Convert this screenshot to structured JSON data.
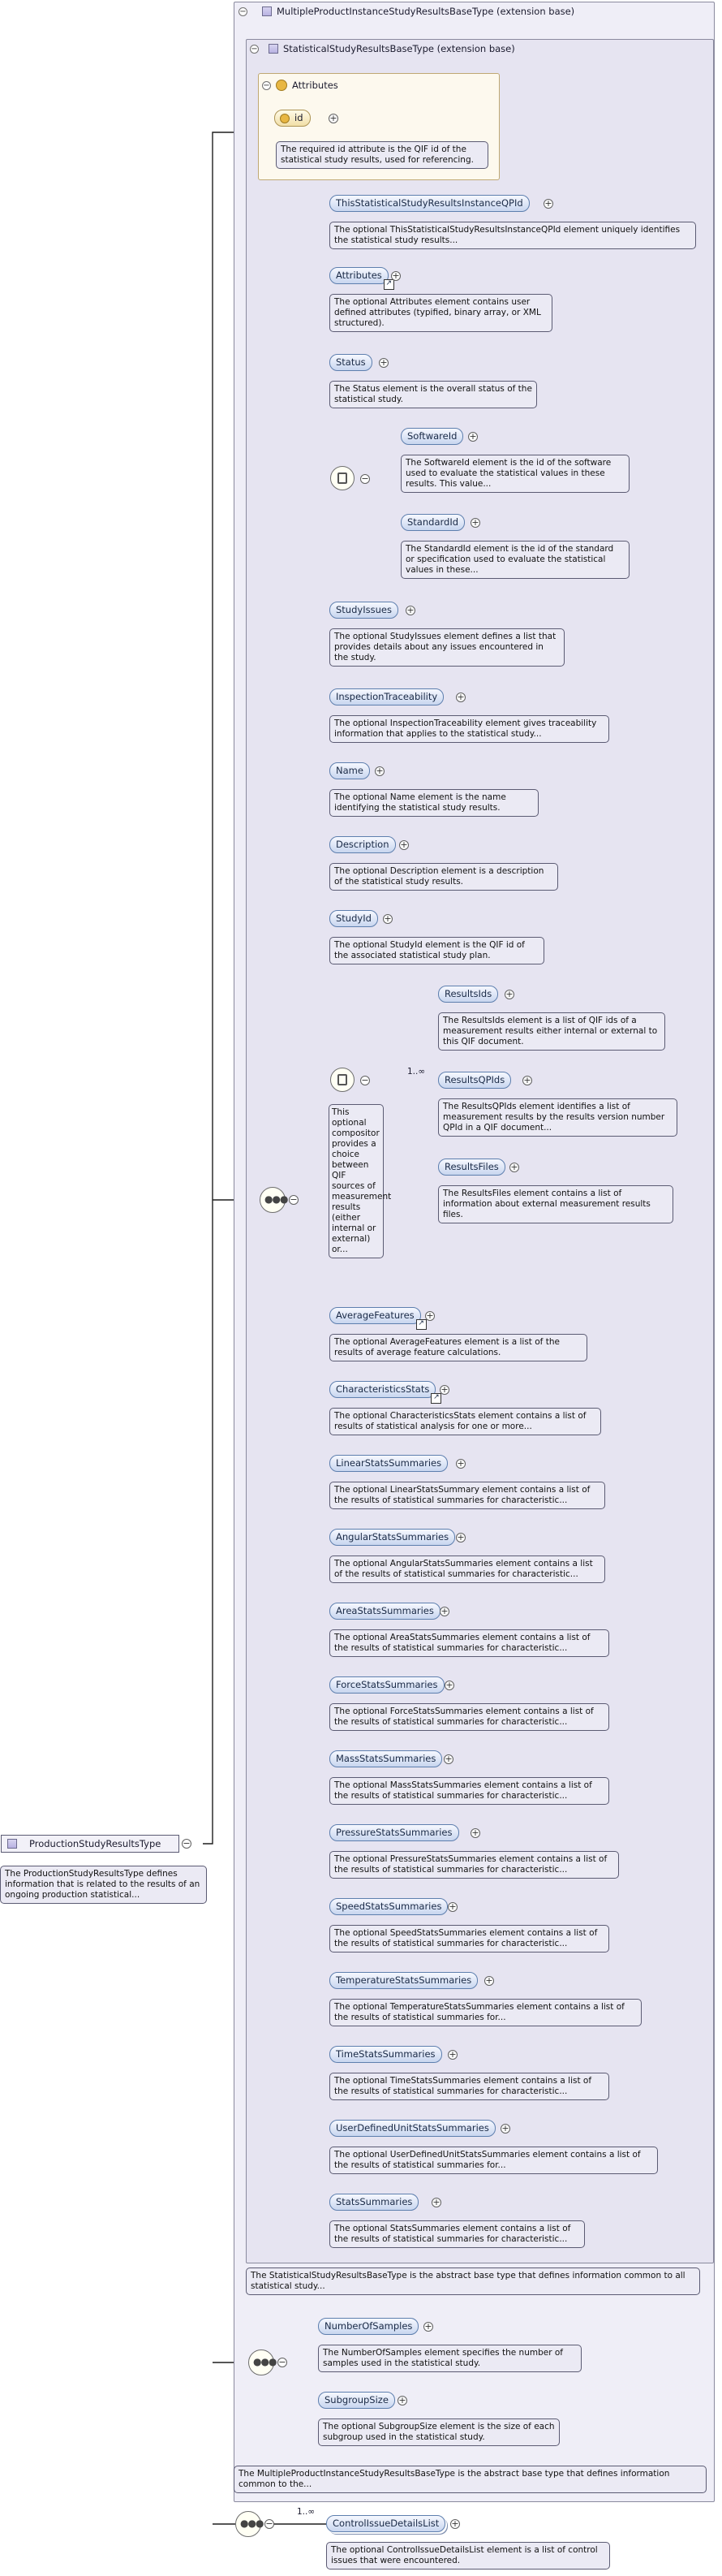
{
  "outer": {
    "title": "MultipleProductInstanceStudyResultsBaseType (extension base)",
    "description": "The MultipleProductInstanceStudyResultsBaseType is the abstract base type that defines information common to the..."
  },
  "inner": {
    "title": "StatisticalStudyResultsBaseType (extension base)",
    "description": "The StatisticalStudyResultsBaseType is the abstract base type that defines information common to all statistical study..."
  },
  "attributes": {
    "title": "Attributes",
    "id_label": "id",
    "id_doc": "The required id attribute is the QIF id of the statistical study results, used for referencing."
  },
  "root": {
    "label": "ProductionStudyResultsType",
    "doc": "The ProductionStudyResultsType defines information that is related to the results of an ongoing production statistical..."
  },
  "elements": [
    {
      "label": "ThisStatisticalStudyResultsInstanceQPId",
      "doc": "The optional ThisStatisticalStudyResultsInstanceQPId element uniquely identifies the statistical study results..."
    },
    {
      "label": "Attributes",
      "doc": "The optional Attributes element contains user defined attributes (typified, binary array, or XML structured)."
    },
    {
      "label": "Status",
      "doc": "The Status element is the overall status of the statistical study."
    },
    {
      "label": "StudyIssues",
      "doc": "The optional StudyIssues element defines a list that provides details about any issues encountered in the study."
    },
    {
      "label": "InspectionTraceability",
      "doc": "The optional InspectionTraceability element gives traceability information that applies to the statistical study..."
    },
    {
      "label": "Name",
      "doc": "The optional Name element is the name identifying the statistical study results."
    },
    {
      "label": "Description",
      "doc": "The optional Description element is a description of the statistical study results."
    },
    {
      "label": "StudyId",
      "doc": "The optional StudyId element is the QIF id of the associated statistical study plan."
    },
    {
      "label": "AverageFeatures",
      "doc": "The optional AverageFeatures element is a list of the results of average feature calculations."
    },
    {
      "label": "CharacteristicsStats",
      "doc": "The optional CharacteristicsStats element contains a list of results of statistical analysis for one or more..."
    },
    {
      "label": "LinearStatsSummaries",
      "doc": "The optional LinearStatsSummary element contains a list of the results of statistical summaries for characteristic..."
    },
    {
      "label": "AngularStatsSummaries",
      "doc": "The optional AngularStatsSummaries element contains a list of the results of statistical summaries for characteristic..."
    },
    {
      "label": "AreaStatsSummaries",
      "doc": "The optional AreaStatsSummaries element contains a list of the results of statistical summaries for characteristic..."
    },
    {
      "label": "ForceStatsSummaries",
      "doc": "The optional ForceStatsSummaries element contains a list of the results of statistical summaries for characteristic..."
    },
    {
      "label": "MassStatsSummaries",
      "doc": "The optional MassStatsSummaries element contains a list of the results of statistical summaries for characteristic..."
    },
    {
      "label": "PressureStatsSummaries",
      "doc": "The optional PressureStatsSummaries element contains a list of the results of statistical summaries for characteristic..."
    },
    {
      "label": "SpeedStatsSummaries",
      "doc": "The optional SpeedStatsSummaries element contains a list of the results of statistical summaries for characteristic..."
    },
    {
      "label": "TemperatureStatsSummaries",
      "doc": "The optional TemperatureStatsSummaries element contains a list of the results of statistical summaries for..."
    },
    {
      "label": "TimeStatsSummaries",
      "doc": "The optional TimeStatsSummaries element contains a list of the results of statistical summaries for characteristic..."
    },
    {
      "label": "UserDefinedUnitStatsSummaries",
      "doc": "The optional UserDefinedUnitStatsSummaries element contains a list of the results of statistical summaries for..."
    },
    {
      "label": "StatsSummaries",
      "doc": "The optional StatsSummaries element contains a list of the results of statistical summaries for characteristic..."
    }
  ],
  "status_choice": [
    {
      "label": "SoftwareId",
      "doc": "The SoftwareId element is the id of the software used to evaluate the statistical values in these results. This value..."
    },
    {
      "label": "StandardId",
      "doc": "The StandardId element is the id of the standard or specification used to evaluate the statistical values in these..."
    }
  ],
  "results_choice": {
    "doc": "This optional compositor provides a choice between QIF sources of measurement results (either internal or external) or...",
    "cardinality": "1..∞",
    "items": [
      {
        "label": "ResultsIds",
        "doc": "The ResultsIds element is a list of QIF ids of a measurement results either internal or external to this QIF document."
      },
      {
        "label": "ResultsQPIds",
        "doc": "The ResultsQPIds element identifies a list of measurement results by the results version number QPId in a QIF document..."
      },
      {
        "label": "ResultsFiles",
        "doc": "The ResultsFiles element contains a list of information about external measurement results files."
      }
    ]
  },
  "samples": [
    {
      "label": "NumberOfSamples",
      "doc": "The NumberOfSamples element specifies the number of samples used in the statistical study."
    },
    {
      "label": "SubgroupSize",
      "doc": "The optional SubgroupSize element is the size of each subgroup used in the statistical study."
    }
  ],
  "control": {
    "label": "ControlIssueDetailsList",
    "cardinality": "1..∞",
    "doc": "The optional ControlIssueDetailsList element is a list of control issues that were encountered."
  }
}
